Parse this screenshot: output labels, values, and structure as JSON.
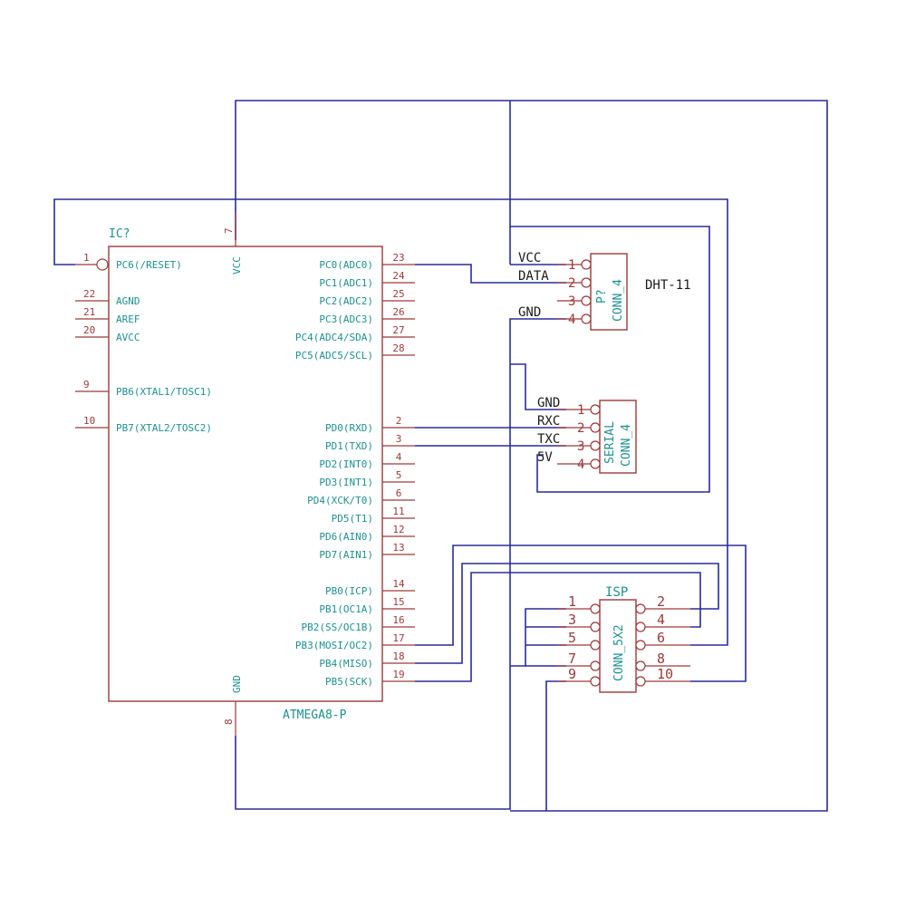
{
  "colors": {
    "wire": "#2b2b9a",
    "component": "#9b3a3a",
    "pin_name": "#1f8f8f",
    "label": "#1a1a1a"
  },
  "ic": {
    "ref": "IC?",
    "value": "ATMEGA8-P",
    "left_pins": [
      {
        "num": "1",
        "name": "PC6(/RESET)"
      },
      {
        "num": "22",
        "name": "AGND"
      },
      {
        "num": "21",
        "name": "AREF"
      },
      {
        "num": "20",
        "name": "AVCC"
      },
      {
        "num": "9",
        "name": "PB6(XTAL1/TOSC1)"
      },
      {
        "num": "10",
        "name": "PB7(XTAL2/TOSC2)"
      }
    ],
    "right_pins": [
      {
        "num": "23",
        "name": "PC0(ADC0)"
      },
      {
        "num": "24",
        "name": "PC1(ADC1)"
      },
      {
        "num": "25",
        "name": "PC2(ADC2)"
      },
      {
        "num": "26",
        "name": "PC3(ADC3)"
      },
      {
        "num": "27",
        "name": "PC4(ADC4/SDA)"
      },
      {
        "num": "28",
        "name": "PC5(ADC5/SCL)"
      },
      {
        "num": "2",
        "name": "PD0(RXD)"
      },
      {
        "num": "3",
        "name": "PD1(TXD)"
      },
      {
        "num": "4",
        "name": "PD2(INT0)"
      },
      {
        "num": "5",
        "name": "PD3(INT1)"
      },
      {
        "num": "6",
        "name": "PD4(XCK/T0)"
      },
      {
        "num": "11",
        "name": "PD5(T1)"
      },
      {
        "num": "12",
        "name": "PD6(AIN0)"
      },
      {
        "num": "13",
        "name": "PD7(AIN1)"
      },
      {
        "num": "14",
        "name": "PB0(ICP)"
      },
      {
        "num": "15",
        "name": "PB1(OC1A)"
      },
      {
        "num": "16",
        "name": "PB2(SS/OC1B)"
      },
      {
        "num": "17",
        "name": "PB3(MOSI/OC2)"
      },
      {
        "num": "18",
        "name": "PB4(MISO)"
      },
      {
        "num": "19",
        "name": "PB5(SCK)"
      }
    ],
    "top_pin": {
      "num": "7",
      "name": "VCC"
    },
    "bottom_pin": {
      "num": "8",
      "name": "GND"
    }
  },
  "dht": {
    "ref": "P?",
    "value": "CONN_4",
    "title": "DHT-11",
    "pins": [
      {
        "num": "1",
        "label": "VCC"
      },
      {
        "num": "2",
        "label": "DATA"
      },
      {
        "num": "3",
        "label": ""
      },
      {
        "num": "4",
        "label": "GND"
      }
    ]
  },
  "serial": {
    "ref": "SERIAL",
    "value": "CONN_4",
    "pins": [
      {
        "num": "1",
        "label": "GND"
      },
      {
        "num": "2",
        "label": "RXC"
      },
      {
        "num": "3",
        "label": "TXC"
      },
      {
        "num": "4",
        "label": "5V"
      }
    ]
  },
  "isp": {
    "ref": "ISP",
    "value": "CONN_5X2",
    "left_nums": [
      "1",
      "3",
      "5",
      "7",
      "9"
    ],
    "right_nums": [
      "2",
      "4",
      "6",
      "8",
      "10"
    ]
  }
}
